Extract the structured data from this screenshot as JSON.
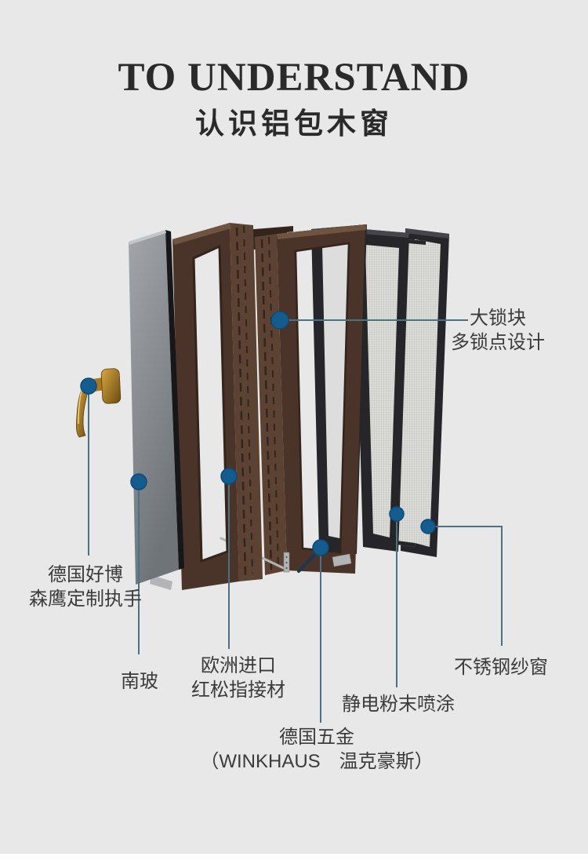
{
  "header": {
    "title_en": "TO UNDERSTAND",
    "title_zh": "认识铝包木窗"
  },
  "labels": {
    "lock": {
      "line1": "大锁块",
      "line2": "多锁点设计"
    },
    "handle": {
      "line1": "德国好博",
      "line2": "森鹰定制执手"
    },
    "glass": {
      "line1": "南玻"
    },
    "wood": {
      "line1": "欧洲进口",
      "line2": "红松指接材"
    },
    "hardware": {
      "line1": "德国五金",
      "line2": "（WINKHAUS　温克豪斯）"
    },
    "coating": {
      "line1": "静电粉末喷涂"
    },
    "screen": {
      "line1": "不锈钢纱窗"
    }
  },
  "colors": {
    "bg": "#e8e8e8",
    "title": "#2a2a2a",
    "text": "#3b3b3b",
    "line": "#4c7183",
    "dot": "#155c8e",
    "dot_ring": "#0e4a77",
    "wood_front": "#4a3328",
    "wood_side": "#5c4233",
    "wood_dark": "#33241c",
    "wood_light": "#6f5441",
    "alu": "#26262a",
    "alu_light": "#45454c",
    "glass_top": "#a2a6aa",
    "glass_bot": "#6f7478",
    "mesh_bg": "#dcdcd9",
    "mesh_line": "#b5b5b2",
    "silver": "#b3b4b6",
    "silver_dark": "#7c7c7a",
    "gold": "#d9a843",
    "gold_dark": "#6b4a10",
    "hw_diag": "#1c3850",
    "white_strip": "#fdfdfd"
  }
}
